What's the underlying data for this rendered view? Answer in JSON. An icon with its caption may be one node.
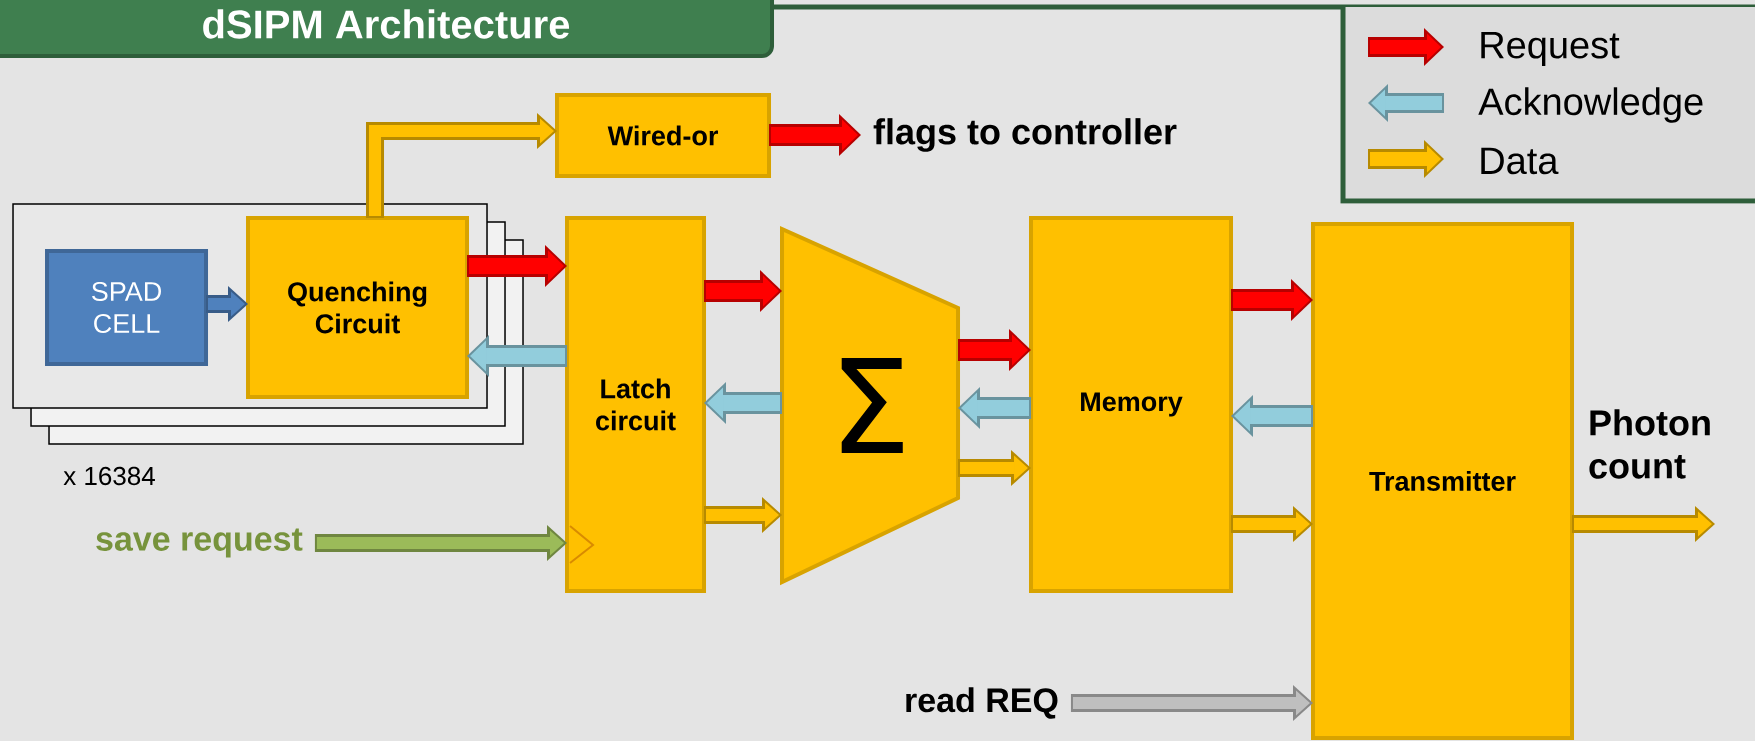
{
  "diagram": {
    "title": "dSIPM Architecture",
    "nodes": [
      {
        "text": [],
        "shape": "box",
        "beside": [
          "x 16384"
        ]
      },
      {
        "text": [
          "SPAD CELL"
        ],
        "in": 0
      },
      {
        "text": [
          "Quenching Circuit"
        ],
        "in": 0
      },
      {
        "text": [
          "Wired-or"
        ]
      },
      {
        "text": [
          "flags to controller"
        ]
      },
      {
        "text": [
          "Latch circuit"
        ]
      },
      {
        "text": [
          "Σ"
        ]
      },
      {
        "text": [
          "Memory"
        ]
      },
      {
        "text": [
          "Transmitter"
        ]
      },
      {
        "text": [
          "save request"
        ]
      },
      {
        "text": [
          "read REQ"
        ]
      }
    ],
    "edges": [
      {
        "from": 1,
        "to": 2,
        "arrow": "to",
        "color": "#4f81bd"
      },
      {
        "from": 2,
        "to": 3,
        "arrow": "to",
        "color": "#ffc000"
      },
      {
        "from": 3,
        "to": 4,
        "arrow": "to",
        "color": "#ff0000"
      },
      {
        "from": 2,
        "to": 5,
        "arrow": "to",
        "color": "#ff0000"
      },
      {
        "from": 5,
        "to": 2,
        "arrow": "to",
        "color": "#92cddc"
      },
      {
        "from": 5,
        "to": 6,
        "arrow": "to",
        "color": "#ff0000"
      },
      {
        "from": 6,
        "to": 5,
        "arrow": "to",
        "color": "#92cddc"
      },
      {
        "from": 5,
        "to": 6,
        "arrow": "to",
        "color": "#ffc000"
      },
      {
        "from": 6,
        "to": 7,
        "arrow": "to",
        "color": "#ff0000"
      },
      {
        "from": 7,
        "to": 6,
        "arrow": "to",
        "color": "#92cddc"
      },
      {
        "from": 6,
        "to": 7,
        "arrow": "to",
        "color": "#ffc000"
      },
      {
        "from": 7,
        "to": 8,
        "arrow": "to",
        "color": "#ff0000"
      },
      {
        "from": 8,
        "to": 7,
        "arrow": "to",
        "color": "#92cddc"
      },
      {
        "from": 7,
        "to": 8,
        "arrow": "to",
        "color": "#ffc000"
      },
      {
        "from": 8,
        "to": null,
        "arrow": "to",
        "color": "#ffc000",
        "label": "Photon count"
      },
      {
        "from": 9,
        "to": 5,
        "arrow": "to",
        "color": "#9bbb59"
      },
      {
        "from": 10,
        "to": 8,
        "arrow": "to",
        "color": "#bfbfbf"
      }
    ],
    "legend": [
      {
        "text": "Request"
      },
      {
        "text": "Acknowledge"
      },
      {
        "text": "Data"
      }
    ]
  }
}
